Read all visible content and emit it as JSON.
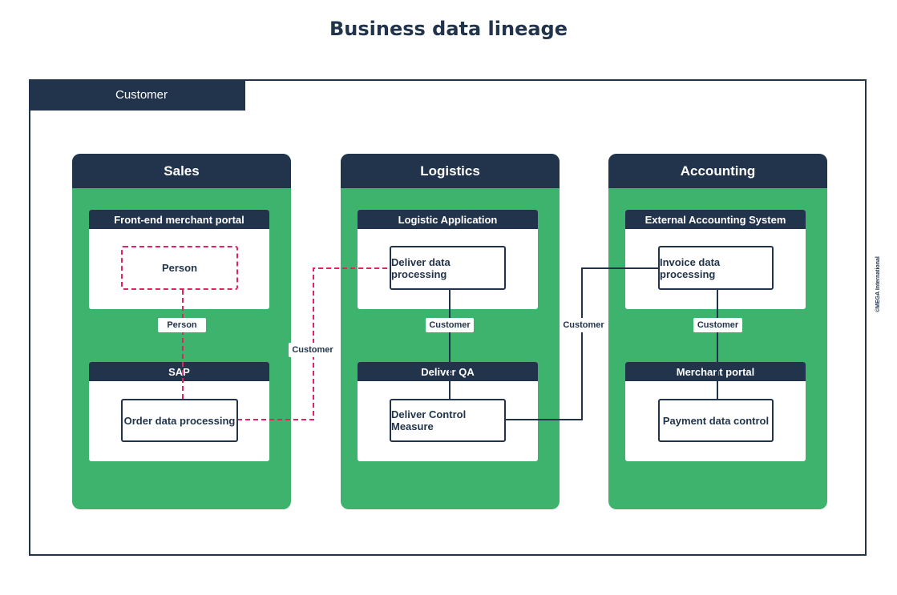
{
  "title": "Business data lineage",
  "container": {
    "label": "Customer"
  },
  "lanes": [
    {
      "label": "Sales",
      "apps": [
        {
          "label": "Front-end merchant portal",
          "process": "Person"
        },
        {
          "label": "SAP",
          "process": "Order data processing"
        }
      ],
      "flow_label": "Person"
    },
    {
      "label": "Logistics",
      "apps": [
        {
          "label": "Logistic Application",
          "process": "Deliver data processing"
        },
        {
          "label": "Deliver QA",
          "process": "Deliver Control Measure"
        }
      ],
      "flow_label": "Customer"
    },
    {
      "label": "Accounting",
      "apps": [
        {
          "label": "External Accounting System",
          "process": "Invoice data processing"
        },
        {
          "label": "Merchant portal",
          "process": "Payment data control"
        }
      ],
      "flow_label": "Customer"
    }
  ],
  "cross_flows": [
    {
      "label": "Customer",
      "from": "Order data processing",
      "to": "Deliver data processing"
    },
    {
      "label": "Customer",
      "from": "Deliver Control Measure",
      "to": "Invoice data processing"
    }
  ],
  "copyright": "©MEGA International",
  "colors": {
    "navy": "#22344c",
    "green": "#3db36e",
    "dashed_link": "#e0245e"
  }
}
